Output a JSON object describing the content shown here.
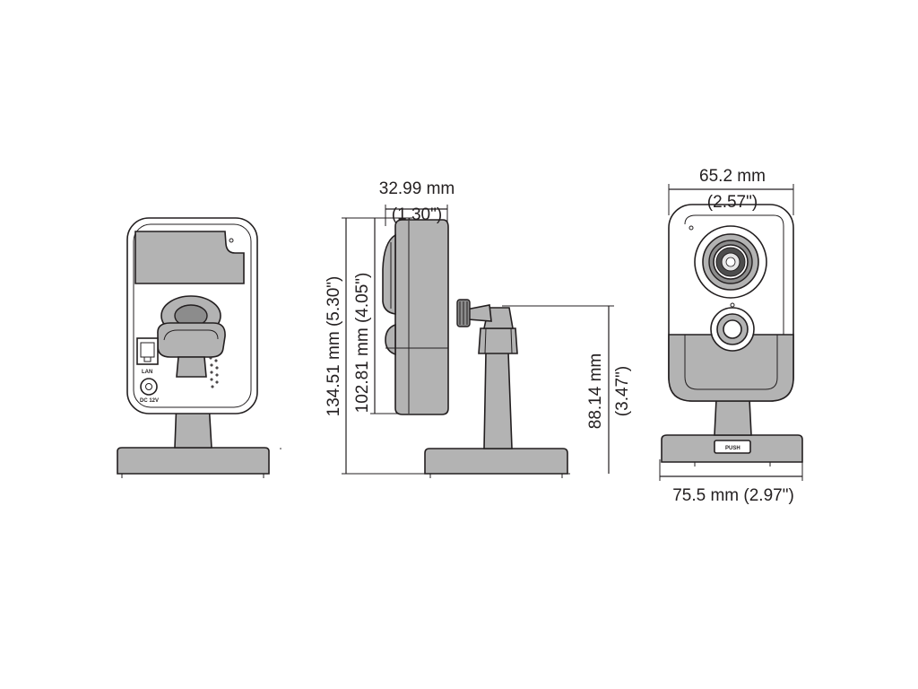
{
  "dimensions": {
    "depth": {
      "mm": "32.99 mm",
      "inch": "(1.30\")"
    },
    "total_height": "134.51 mm (5.30\")",
    "body_height": "102.81 mm (4.05\")",
    "mount_height": {
      "mm": "88.14 mm",
      "inch": "(3.47\")"
    },
    "front_width": {
      "mm": "65.2 mm",
      "inch": "(2.57\")"
    },
    "base_width": "75.5 mm (2.97\")"
  },
  "port_labels": {
    "lan": "LAN",
    "power": "DC 12V",
    "push": "PUSH"
  },
  "colors": {
    "line": "#231f20",
    "body_fill": "#b3b3b3",
    "background": "#ffffff"
  }
}
